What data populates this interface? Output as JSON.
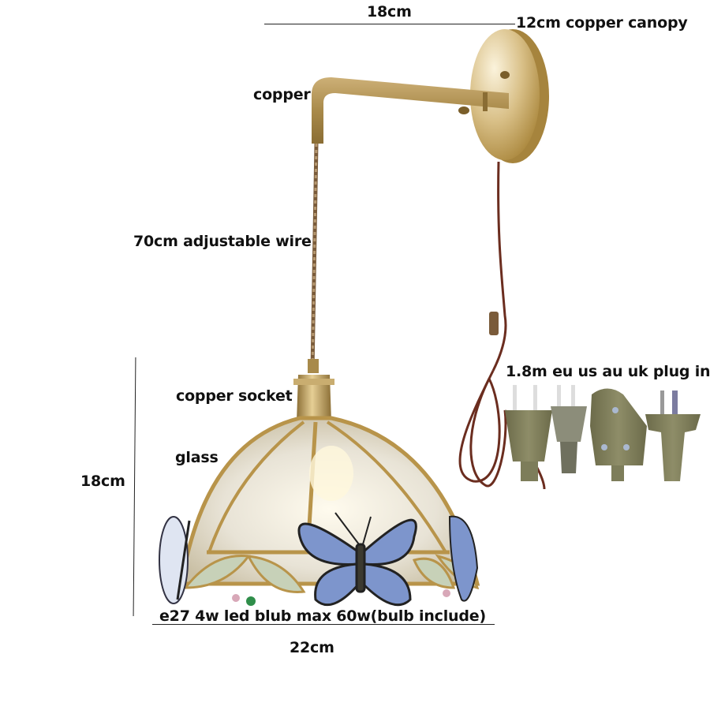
{
  "dimensions": {
    "arm_length": "18cm",
    "canopy": "12cm copper canopy",
    "shade_height": "18cm",
    "shade_width": "22cm"
  },
  "annotations": {
    "arm_material": "copper",
    "wire": "70cm adjustable wire",
    "socket": "copper socket",
    "shade_material": "glass",
    "plug": "1.8m eu us au uk plug in",
    "bulb": "e27 4w led blub max 60w(bulb include)"
  },
  "colors": {
    "brass": "#b8944a",
    "brass_light": "#e8d7a6",
    "cord": "#6b2d1f",
    "butterfly_blue": "#7d95cc",
    "plug_olive": "#7d7d5a"
  }
}
